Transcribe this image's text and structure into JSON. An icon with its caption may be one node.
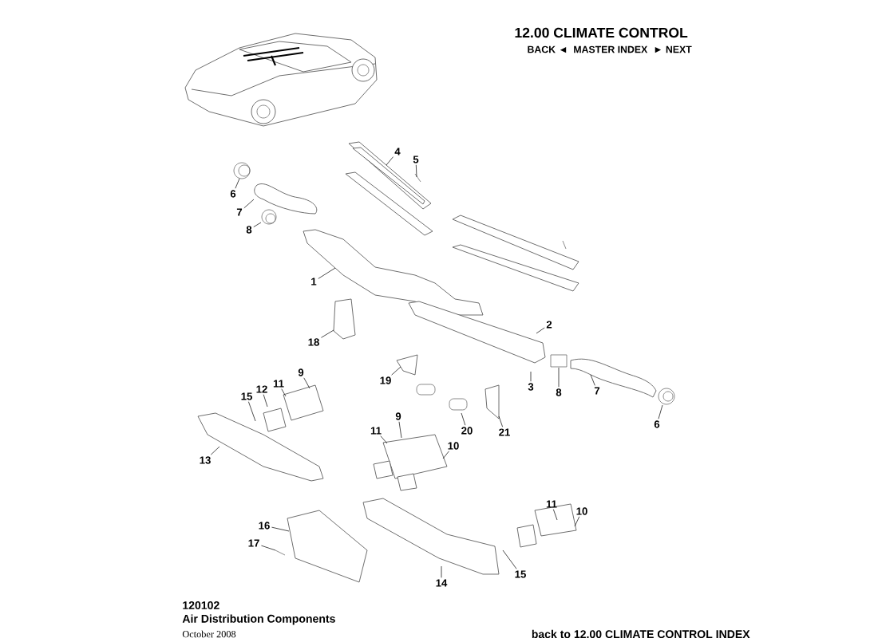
{
  "diagram": {
    "title": "12.00 CLIMATE CONTROL",
    "nodes": [
      {
        "text": [
          "4"
        ]
      },
      {
        "text": [
          "5"
        ]
      },
      {
        "text": [
          "6"
        ]
      },
      {
        "text": [
          "7"
        ]
      },
      {
        "text": [
          "8"
        ]
      },
      {
        "text": [
          "1"
        ]
      },
      {
        "text": [
          "18"
        ]
      },
      {
        "text": [
          "2"
        ]
      },
      {
        "text": [
          "19"
        ]
      },
      {
        "text": [
          "3"
        ]
      },
      {
        "text": [
          "8"
        ]
      },
      {
        "text": [
          "7"
        ]
      },
      {
        "text": [
          "6"
        ]
      },
      {
        "text": [
          "9"
        ]
      },
      {
        "text": [
          "11"
        ]
      },
      {
        "text": [
          "12"
        ]
      },
      {
        "text": [
          "15"
        ]
      },
      {
        "text": [
          "13"
        ]
      },
      {
        "text": [
          "9"
        ]
      },
      {
        "text": [
          "11"
        ]
      },
      {
        "text": [
          "10"
        ]
      },
      {
        "text": [
          "20"
        ]
      },
      {
        "text": [
          "21"
        ]
      },
      {
        "text": [
          "11"
        ]
      },
      {
        "text": [
          "10"
        ]
      },
      {
        "text": [
          "16"
        ]
      },
      {
        "text": [
          "17"
        ]
      },
      {
        "text": [
          "14"
        ]
      },
      {
        "text": [
          "15"
        ]
      }
    ],
    "edges": [
      {
        "from": 0,
        "to": null,
        "arrow": "none"
      },
      {
        "from": 1,
        "to": null,
        "arrow": "none"
      },
      {
        "from": 2,
        "to": null,
        "arrow": "none"
      },
      {
        "from": 3,
        "to": null,
        "arrow": "none"
      },
      {
        "from": 4,
        "to": null,
        "arrow": "none"
      },
      {
        "from": 5,
        "to": null,
        "arrow": "none"
      },
      {
        "from": 6,
        "to": null,
        "arrow": "none"
      },
      {
        "from": 7,
        "to": null,
        "arrow": "none"
      },
      {
        "from": 8,
        "to": null,
        "arrow": "none"
      },
      {
        "from": 9,
        "to": null,
        "arrow": "none"
      },
      {
        "from": 10,
        "to": null,
        "arrow": "none"
      },
      {
        "from": 11,
        "to": null,
        "arrow": "none"
      },
      {
        "from": 12,
        "to": null,
        "arrow": "none"
      },
      {
        "from": 13,
        "to": null,
        "arrow": "none"
      },
      {
        "from": 14,
        "to": null,
        "arrow": "none"
      },
      {
        "from": 15,
        "to": null,
        "arrow": "none"
      },
      {
        "from": 16,
        "to": null,
        "arrow": "none"
      },
      {
        "from": 17,
        "to": null,
        "arrow": "none"
      },
      {
        "from": 18,
        "to": null,
        "arrow": "none"
      },
      {
        "from": 19,
        "to": null,
        "arrow": "none"
      },
      {
        "from": 20,
        "to": null,
        "arrow": "none"
      },
      {
        "from": 21,
        "to": null,
        "arrow": "none"
      },
      {
        "from": 22,
        "to": null,
        "arrow": "none"
      },
      {
        "from": 23,
        "to": null,
        "arrow": "none"
      },
      {
        "from": 24,
        "to": null,
        "arrow": "none"
      },
      {
        "from": 25,
        "to": null,
        "arrow": "none"
      },
      {
        "from": 26,
        "to": null,
        "arrow": "none"
      },
      {
        "from": 27,
        "to": null,
        "arrow": "none"
      },
      {
        "from": 28,
        "to": null,
        "arrow": "none"
      }
    ],
    "labels": [
      "BACK ◄",
      "MASTER INDEX",
      "► NEXT",
      "120102",
      "Air Distribution Components",
      "October 2008",
      "back to 12.00 CLIMATE CONTROL INDEX"
    ]
  }
}
